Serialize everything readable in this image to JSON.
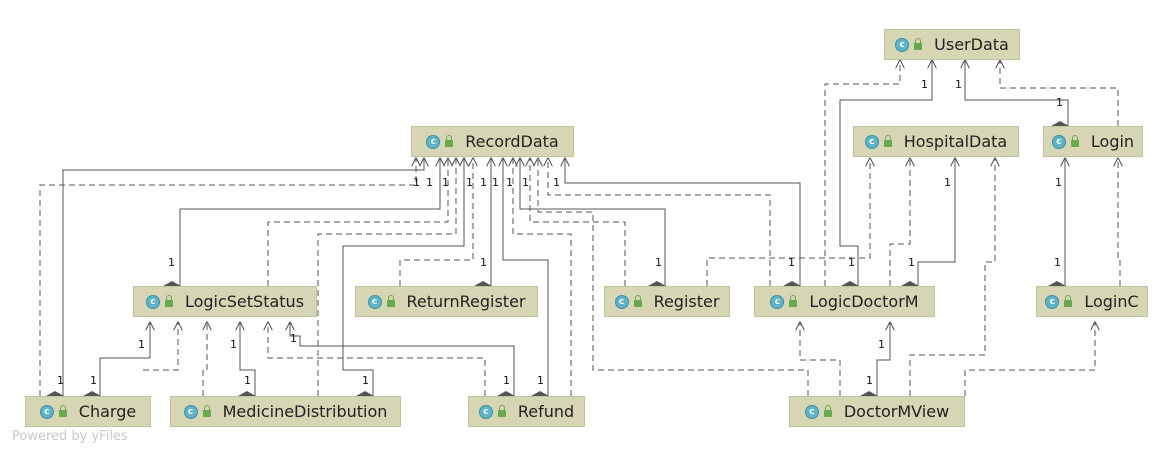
{
  "classes": [
    {
      "id": "userdata",
      "name": "UserData"
    },
    {
      "id": "recorddata",
      "name": "RecordData"
    },
    {
      "id": "hospitaldata",
      "name": "HospitalData"
    },
    {
      "id": "login",
      "name": "Login"
    },
    {
      "id": "logicsetstatus",
      "name": "LogicSetStatus"
    },
    {
      "id": "returnregister",
      "name": "ReturnRegister"
    },
    {
      "id": "register",
      "name": "Register"
    },
    {
      "id": "logicdoctorm",
      "name": "LogicDoctorM"
    },
    {
      "id": "loginc",
      "name": "LoginC"
    },
    {
      "id": "charge",
      "name": "Charge"
    },
    {
      "id": "medicinedistribution",
      "name": "MedicineDistribution"
    },
    {
      "id": "refund",
      "name": "Refund"
    },
    {
      "id": "doctormview",
      "name": "DoctorMView"
    }
  ],
  "class_icon_letter": "c",
  "multiplicity": "1",
  "watermark": "Powered by yFiles",
  "colors": {
    "node_fill": "#d6d6b4",
    "node_border": "#c2c29c",
    "edge": "#555555",
    "class_icon": "#5fb3c7",
    "visibility_icon": "#6aa84f"
  }
}
